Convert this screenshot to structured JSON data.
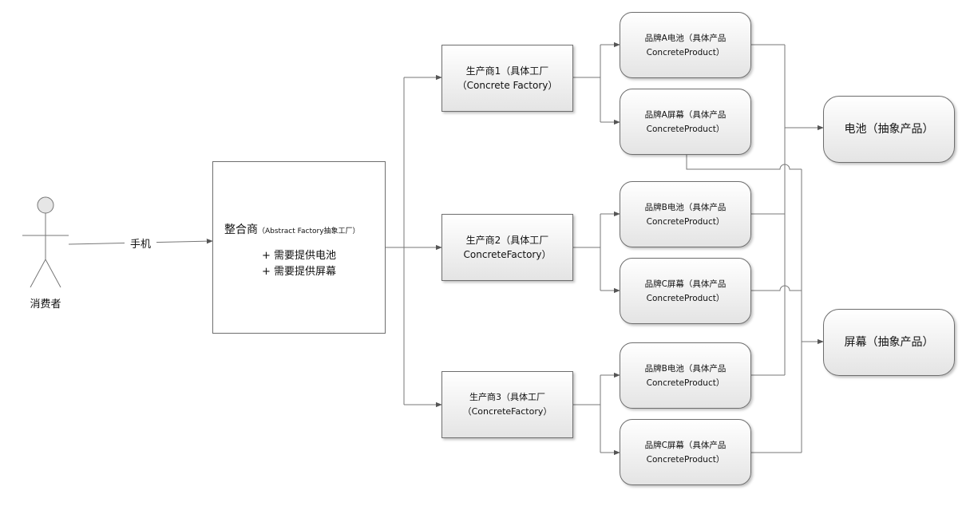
{
  "actor": {
    "label": "消费者"
  },
  "edge_label": "手机",
  "integrator": {
    "title": "整合商",
    "subtitle": "（Abstract Factory抽象工厂）",
    "requirements": [
      "+ 需要提供电池",
      "+ 需要提供屏幕"
    ]
  },
  "factories": [
    {
      "line1": "生产商1（具体工厂",
      "line2": "（Concrete Factory）"
    },
    {
      "line1": "生产商2（具体工厂",
      "line2": "ConcreteFactory）"
    },
    {
      "line1": "生产商3（具体工厂",
      "line2": "（ConcreteFactory）"
    }
  ],
  "products": [
    {
      "line1": "品牌A电池（具体产品",
      "line2": "ConcreteProduct）"
    },
    {
      "line1": "品牌A屏幕（具体产品",
      "line2": "ConcreteProduct）"
    },
    {
      "line1": "品牌B电池（具体产品",
      "line2": "ConcreteProduct）"
    },
    {
      "line1": "品牌C屏幕（具体产品",
      "line2": "ConcreteProduct）"
    },
    {
      "line1": "品牌B电池（具体产品",
      "line2": "ConcreteProduct）"
    },
    {
      "line1": "品牌C屏幕（具体产品",
      "line2": "ConcreteProduct）"
    }
  ],
  "abstract_products": [
    {
      "label": "电池（抽象产品）"
    },
    {
      "label": "屏幕（抽象产品）"
    }
  ]
}
